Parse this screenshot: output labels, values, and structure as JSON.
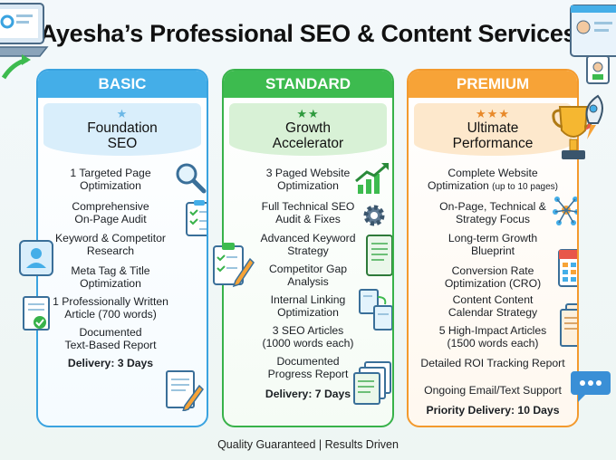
{
  "title": "Ayesha’s Professional SEO & Content Services",
  "footer": "Quality Guaranteed | Results Driven",
  "colors": {
    "basic": "#44aee8",
    "standard": "#3dbb4f",
    "premium": "#f7a337"
  },
  "plans": {
    "basic": {
      "tier": "BASIC",
      "stars": "★",
      "name_line1": "Foundation",
      "name_line2": "SEO",
      "features": [
        [
          "1 Targeted Page",
          "Optimization"
        ],
        [
          "Comprehensive",
          "On-Page Audit"
        ],
        [
          "Keyword & Competitor",
          "Research"
        ],
        [
          "Meta Tag & Title",
          "Optimization"
        ],
        [
          "1 Professionally Written",
          "Article (700 words)"
        ],
        [
          "Documented",
          "Text-Based Report"
        ]
      ],
      "delivery": "Delivery: 3 Days"
    },
    "standard": {
      "tier": "STANDARD",
      "stars": "★★",
      "name_line1": "Growth",
      "name_line2": "Accelerator",
      "features": [
        [
          "3 Paged Website",
          "Optimization"
        ],
        [
          "Full Technical SEO",
          "Audit & Fixes"
        ],
        [
          "Advanced Keyword",
          "Strategy"
        ],
        [
          "Competitor Gap",
          "Analysis"
        ],
        [
          "Internal Linking",
          "Optimization"
        ],
        [
          "3 SEO Articles",
          "(1000 words each)"
        ],
        [
          "Documented",
          "Progress Report"
        ]
      ],
      "delivery": "Delivery: 7 Days"
    },
    "premium": {
      "tier": "PREMIUM",
      "stars": "★★★",
      "name_line1": "Ultimate",
      "name_line2": "Performance",
      "features": [
        [
          "Complete Website",
          "Optimization",
          "(up to 10 pages)"
        ],
        [
          "On-Page, Technical &",
          "Strategy Focus"
        ],
        [
          "Long-term Growth",
          "Blueprint"
        ],
        [
          "Conversion Rate",
          "Optimization (CRO)"
        ],
        [
          "Content Content",
          "Calendar Strategy"
        ],
        [
          "5 High-Impact Articles",
          "(1500 words each)"
        ],
        [
          "Detailed ROI Tracking Report"
        ],
        [
          "Ongoing Email/Text Support"
        ]
      ],
      "delivery": "Priority Delivery: 10 Days"
    }
  },
  "icons": [
    "laptop-icon",
    "magnifier-icon",
    "checklist-icon",
    "avatar-card-icon",
    "document-check-icon",
    "document-pen-icon",
    "growth-chart-icon",
    "gear-icon",
    "document-icon",
    "clipboard-pen-icon",
    "linked-pages-icon",
    "stacked-docs-icon",
    "trophy-icon",
    "rocket-icon",
    "network-icon",
    "calendar-icon",
    "papers-icon",
    "chat-bubble-icon",
    "profile-window-icon"
  ]
}
